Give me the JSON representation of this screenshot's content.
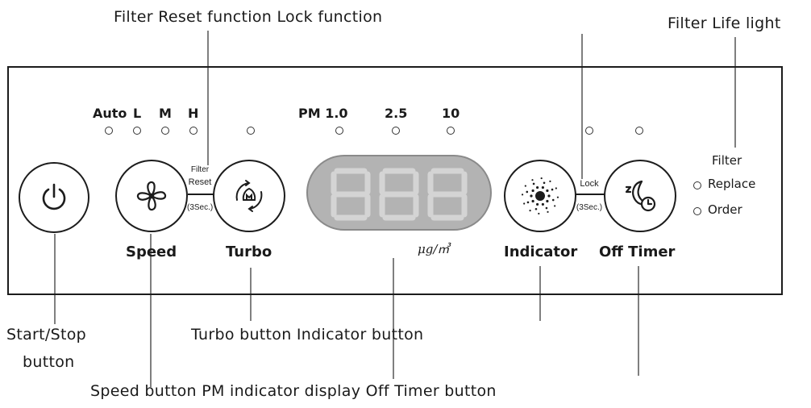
{
  "callouts": {
    "filter_reset_lock": "Filter Reset function Lock function",
    "filter_life_light": "Filter Life light",
    "start_stop_line1": "Start/Stop",
    "start_stop_line2": "button",
    "turbo_indicator_buttons": "Turbo button Indicator button",
    "speed_pm_offtimer": "Speed button PM indicator display Off Timer button"
  },
  "panel": {
    "speed_levels": [
      "Auto",
      "L",
      "M",
      "H"
    ],
    "pm_labels": [
      "PM 1.0",
      "2.5",
      "10"
    ],
    "filter_reset_line1": "Filter",
    "filter_reset_line2": "Reset",
    "filter_reset_hold": "(3Sec.)",
    "lock_label": "Lock",
    "lock_hold": "(3Sec.)",
    "display_unit": "μg/㎥",
    "display_digits": "888",
    "filter_title": "Filter",
    "filter_replace": "Replace",
    "filter_order": "Order",
    "buttons": {
      "speed": "Speed",
      "turbo": "Turbo",
      "indicator": "Indicator",
      "off_timer": "Off Timer"
    }
  },
  "icons": {
    "power": "power-icon",
    "speed": "fan-icon",
    "turbo": "turbo-icon",
    "indicator": "light-dots-icon",
    "off_timer": "sleep-timer-icon"
  }
}
